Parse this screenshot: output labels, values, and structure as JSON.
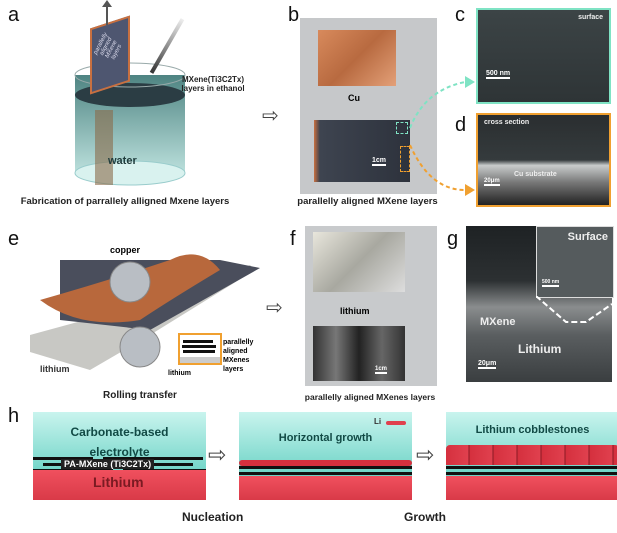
{
  "panels": {
    "a": {
      "label": "a",
      "plate_text": "parallelly aligned MXene layers",
      "mxene_note": "MXene(Ti3C2Tx) layers in ethanol",
      "water": "water",
      "caption": "Fabrication of parrallely alligned Mxene layers"
    },
    "b": {
      "label": "b",
      "cu": "Cu",
      "scale": "1cm",
      "caption": "parallelly aligned MXene layers"
    },
    "c": {
      "label": "c",
      "title": "surface",
      "scale": "500 nm"
    },
    "d": {
      "label": "d",
      "title": "cross section",
      "substrate": "Cu substrate",
      "scale": "20μm"
    },
    "e": {
      "label": "e",
      "copper": "copper",
      "lithium": "lithium",
      "inset_layers": "parallelly aligned MXenes layers",
      "inset_lithium": "lithium",
      "caption": "Rolling transfer"
    },
    "f": {
      "label": "f",
      "lithium": "lithium",
      "scale": "1cm",
      "caption": "parallelly aligned MXenes layers"
    },
    "g": {
      "label": "g",
      "surface": "Surface",
      "inset_scale": "500 nm",
      "mxene": "MXene",
      "lithium": "Lithium",
      "scale": "20μm"
    },
    "h": {
      "label": "h",
      "electrolyte": "Carbonate-based electrolyte",
      "pa_mxene": "PA-MXene (Ti3C2Tx)",
      "lithium": "Lithium",
      "legend_li": "Li",
      "horizontal": "Horizontal growth",
      "cobblestones": "Lithium cobblestones",
      "nucleation": "Nucleation",
      "growth": "Growth"
    }
  },
  "colors": {
    "teal_frame": "#7fe3c4",
    "orange_frame": "#f0a030",
    "lithium_red": "#e0404e",
    "copper": "#c87040"
  }
}
